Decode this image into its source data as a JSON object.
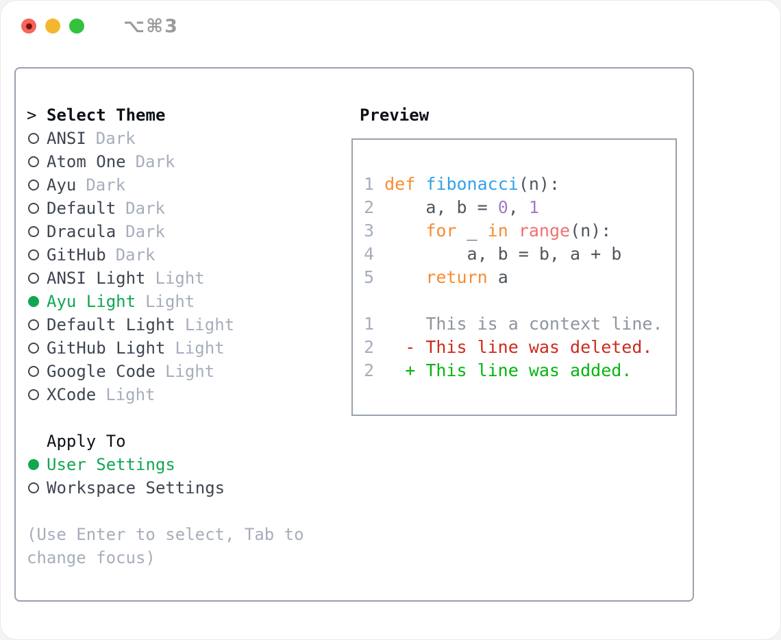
{
  "titlebar": {
    "shortcut": "⌥⌘3"
  },
  "colors": {
    "border": "#98a1ad",
    "header": "#0d1117",
    "text": "#3e4551",
    "muted": "#a6aebb",
    "green": "#12a653",
    "shortcut": "#9b9b9b",
    "traffic_red": "#f4655c",
    "traffic_red_dot": "#7e120b",
    "traffic_yellow": "#f5b62f",
    "traffic_green": "#33c13e",
    "ln": "#a6aebb",
    "plain": "#4e555e",
    "keyword": "#f98b33",
    "function": "#31a2ea",
    "builtin": "#f07171",
    "number": "#a37acc",
    "context": "#8e959e",
    "deleted": "#cb2b1d",
    "added": "#04b50f"
  },
  "theme_list": {
    "prompt": ">",
    "title": "Select Theme",
    "items": [
      {
        "name": "ANSI",
        "variant": "Dark",
        "selected": false
      },
      {
        "name": "Atom One",
        "variant": "Dark",
        "selected": false
      },
      {
        "name": "Ayu",
        "variant": "Dark",
        "selected": false
      },
      {
        "name": "Default",
        "variant": "Dark",
        "selected": false
      },
      {
        "name": "Dracula",
        "variant": "Dark",
        "selected": false
      },
      {
        "name": "GitHub",
        "variant": "Dark",
        "selected": false
      },
      {
        "name": "ANSI Light",
        "variant": "Light",
        "selected": false
      },
      {
        "name": "Ayu Light",
        "variant": "Light",
        "selected": true
      },
      {
        "name": "Default Light",
        "variant": "Light",
        "selected": false
      },
      {
        "name": "GitHub Light",
        "variant": "Light",
        "selected": false
      },
      {
        "name": "Google Code",
        "variant": "Light",
        "selected": false
      },
      {
        "name": "XCode",
        "variant": "Light",
        "selected": false
      }
    ]
  },
  "preview": {
    "title": "Preview",
    "code_lines": [
      {
        "num": "1",
        "tokens": [
          [
            " ",
            "plain"
          ],
          [
            "def",
            "keyword"
          ],
          [
            " ",
            "plain"
          ],
          [
            "fibonacci",
            "function"
          ],
          [
            "(n):",
            "plain"
          ]
        ]
      },
      {
        "num": "2",
        "tokens": [
          [
            "     a, b = ",
            "plain"
          ],
          [
            "0",
            "number"
          ],
          [
            ", ",
            "plain"
          ],
          [
            "1",
            "number"
          ]
        ]
      },
      {
        "num": "3",
        "tokens": [
          [
            "     ",
            "plain"
          ],
          [
            "for",
            "keyword"
          ],
          [
            " _ ",
            "plain"
          ],
          [
            "in",
            "keyword"
          ],
          [
            " ",
            "plain"
          ],
          [
            "range",
            "builtin"
          ],
          [
            "(n):",
            "plain"
          ]
        ]
      },
      {
        "num": "4",
        "tokens": [
          [
            "         a, b = b, a + b",
            "plain"
          ]
        ]
      },
      {
        "num": "5",
        "tokens": [
          [
            "     ",
            "plain"
          ],
          [
            "return",
            "keyword"
          ],
          [
            " a",
            "plain"
          ]
        ]
      }
    ],
    "diff_lines": [
      {
        "num": "1",
        "tokens": [
          [
            "     This is a context line.",
            "context"
          ]
        ]
      },
      {
        "num": "2",
        "tokens": [
          [
            "   ",
            "plain"
          ],
          [
            "- This line was deleted.",
            "deleted"
          ]
        ]
      },
      {
        "num": "2",
        "tokens": [
          [
            "   ",
            "plain"
          ],
          [
            "+ This line was added.",
            "added"
          ]
        ]
      }
    ]
  },
  "apply_to": {
    "title": "Apply To",
    "items": [
      {
        "label": "User Settings",
        "selected": true
      },
      {
        "label": "Workspace Settings",
        "selected": false
      }
    ]
  },
  "footer": {
    "hint": "(Use Enter to select, Tab to change focus)"
  }
}
